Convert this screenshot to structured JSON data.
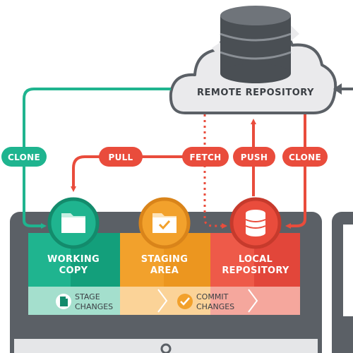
{
  "remote": {
    "label": "REMOTE REPOSITORY"
  },
  "pills": {
    "clone_left": "CLONE",
    "pull": "PULL",
    "fetch": "FETCH",
    "push": "PUSH",
    "clone_right": "CLONE"
  },
  "stages": {
    "working_copy": {
      "line1": "WORKING",
      "line2": "COPY"
    },
    "staging_area": {
      "line1": "STAGING",
      "line2": "AREA"
    },
    "local_repository": {
      "line1": "LOCAL",
      "line2": "REPOSITORY"
    }
  },
  "actions": {
    "stage_changes": {
      "line1": "STAGE",
      "line2": "CHANGES"
    },
    "commit_changes": {
      "line1": "COMMIT",
      "line2": "CHANGES"
    }
  },
  "colors": {
    "teal": "#1fb48f",
    "teal_dark": "#138b6c",
    "orange": "#f2a12c",
    "orange_dark": "#e0861a",
    "red": "#e94c3c",
    "red_dark": "#c63a2c",
    "laptop_frame": "#5b6066",
    "cloud_fill": "#eaeaec",
    "cloud_stroke": "#5b6066"
  }
}
